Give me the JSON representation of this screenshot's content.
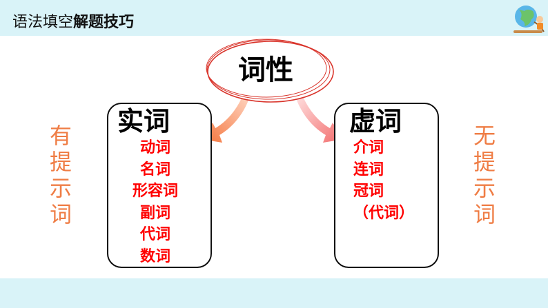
{
  "header": {
    "title_normal": "语法填空",
    "title_bold": "解题技巧"
  },
  "diagram": {
    "center": "词性",
    "left_box": {
      "title": "实词",
      "items": [
        "动词",
        "名词",
        "形容词",
        "副词",
        "代词",
        "数词"
      ]
    },
    "right_box": {
      "title": "虚词",
      "items": [
        "介词",
        "连词",
        "冠词",
        "（代词）"
      ]
    },
    "left_side_label": [
      "有",
      "提",
      "示",
      "词"
    ],
    "right_side_label": [
      "无",
      "提",
      "示",
      "词"
    ]
  },
  "colors": {
    "header_band": "#d9f3f8",
    "item_text": "#ff0000",
    "side_label": "#ef7d45",
    "left_arrow": "#f4733a",
    "right_arrow": "#f26b6b"
  },
  "icons": [
    "globe-kid-icon",
    "curved-arrow-left-icon",
    "curved-arrow-right-icon"
  ]
}
